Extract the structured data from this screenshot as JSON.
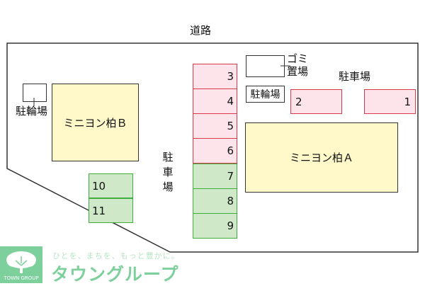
{
  "road_label": "道路",
  "buildings": {
    "a": "ミニヨン柏Ａ",
    "b": "ミニヨン柏Ｂ"
  },
  "facilities": {
    "garbage_top": "ゴミ",
    "garbage_bottom": "置場",
    "bicycle_left": "駐輪場",
    "bicycle_center": "駐輪場",
    "parking_right": "駐車場",
    "parking_vertical": [
      "駐",
      "車",
      "場"
    ]
  },
  "spaces": {
    "s1": "1",
    "s2": "2",
    "s3": "3",
    "s4": "4",
    "s5": "5",
    "s6": "6",
    "s7": "7",
    "s8": "8",
    "s9": "9",
    "s10": "10",
    "s11": "11"
  },
  "colors": {
    "pink_fill": "#fde4ea",
    "pink_border": "#d83a4a",
    "green_fill": "#cfe8c8",
    "green_border": "#3fae3f",
    "building_fill": "#fff8c8",
    "logo": "#7dcf9c"
  },
  "logo": {
    "tagline": "ひとを、まちを、もっと豊かに。",
    "name": "タウングループ",
    "badge": "TOWN GROUP",
    "icon": "tree-icon"
  }
}
